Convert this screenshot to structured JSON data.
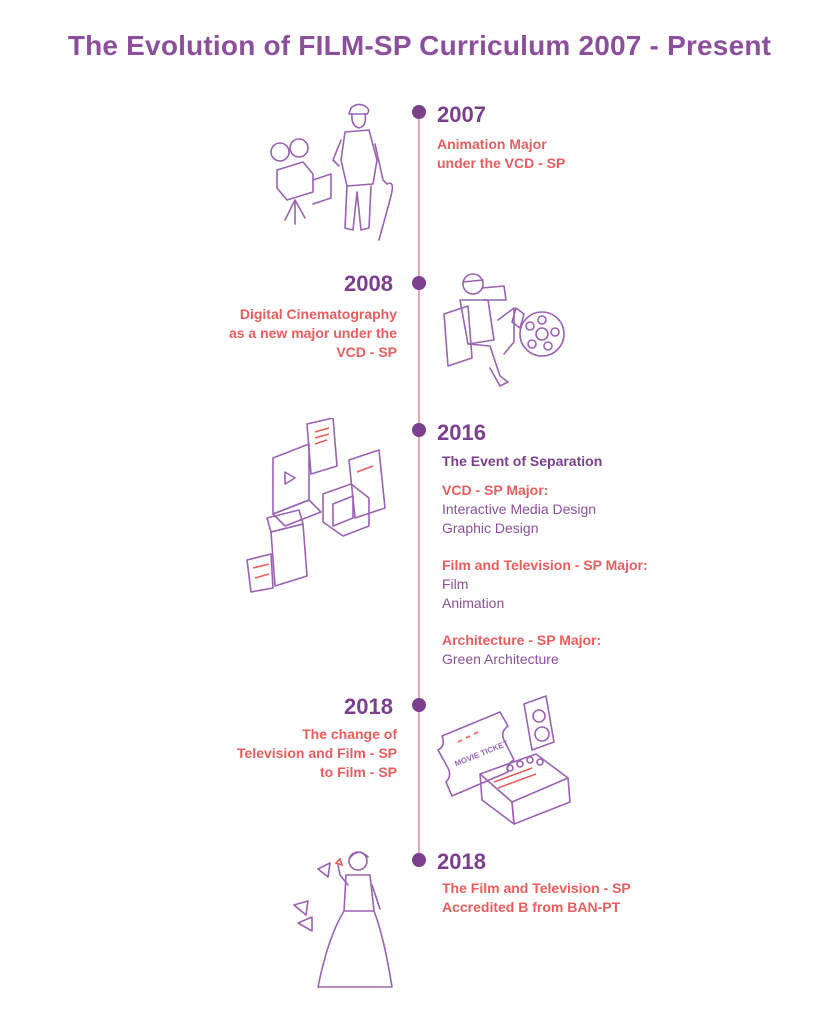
{
  "title": "The Evolution of FILM-SP Curriculum 2007  - Present",
  "events": [
    {
      "year": "2007",
      "lines": [
        "Animation Major",
        "under the VCD - SP"
      ]
    },
    {
      "year": "2008",
      "lines": [
        "Digital Cinematography",
        "as a new major under the",
        "VCD - SP"
      ]
    },
    {
      "year": "2016",
      "heading": "The Event of Separation",
      "groups": [
        {
          "label": "VCD - SP Major:",
          "items": [
            "Interactive Media Design",
            "Graphic Design"
          ]
        },
        {
          "label": "Film and Television - SP Major:",
          "items": [
            "Film",
            "Animation"
          ]
        },
        {
          "label": "Architecture - SP Major:",
          "items": [
            "Green Architecture"
          ]
        }
      ]
    },
    {
      "year": "2018",
      "lines": [
        "The change of",
        "Television and Film -  SP",
        "to Film - SP"
      ]
    },
    {
      "year": "2018",
      "lines": [
        "The Film and Television - SP",
        "Accredited B from BAN-PT"
      ]
    }
  ],
  "illustration_text": {
    "ticket": "MOVIE TICKET"
  },
  "icons": [
    "film-director-with-camera-icon",
    "director-with-megaphone-icon",
    "media-devices-icon",
    "cinema-ticket-and-mixer-icon",
    "award-winner-icon"
  ],
  "colors": {
    "title": "#8c4f9c",
    "year": "#7b3f8e",
    "accent": "#e85d5d",
    "line": "#e7a5b6",
    "icon": "#9a63b0"
  }
}
